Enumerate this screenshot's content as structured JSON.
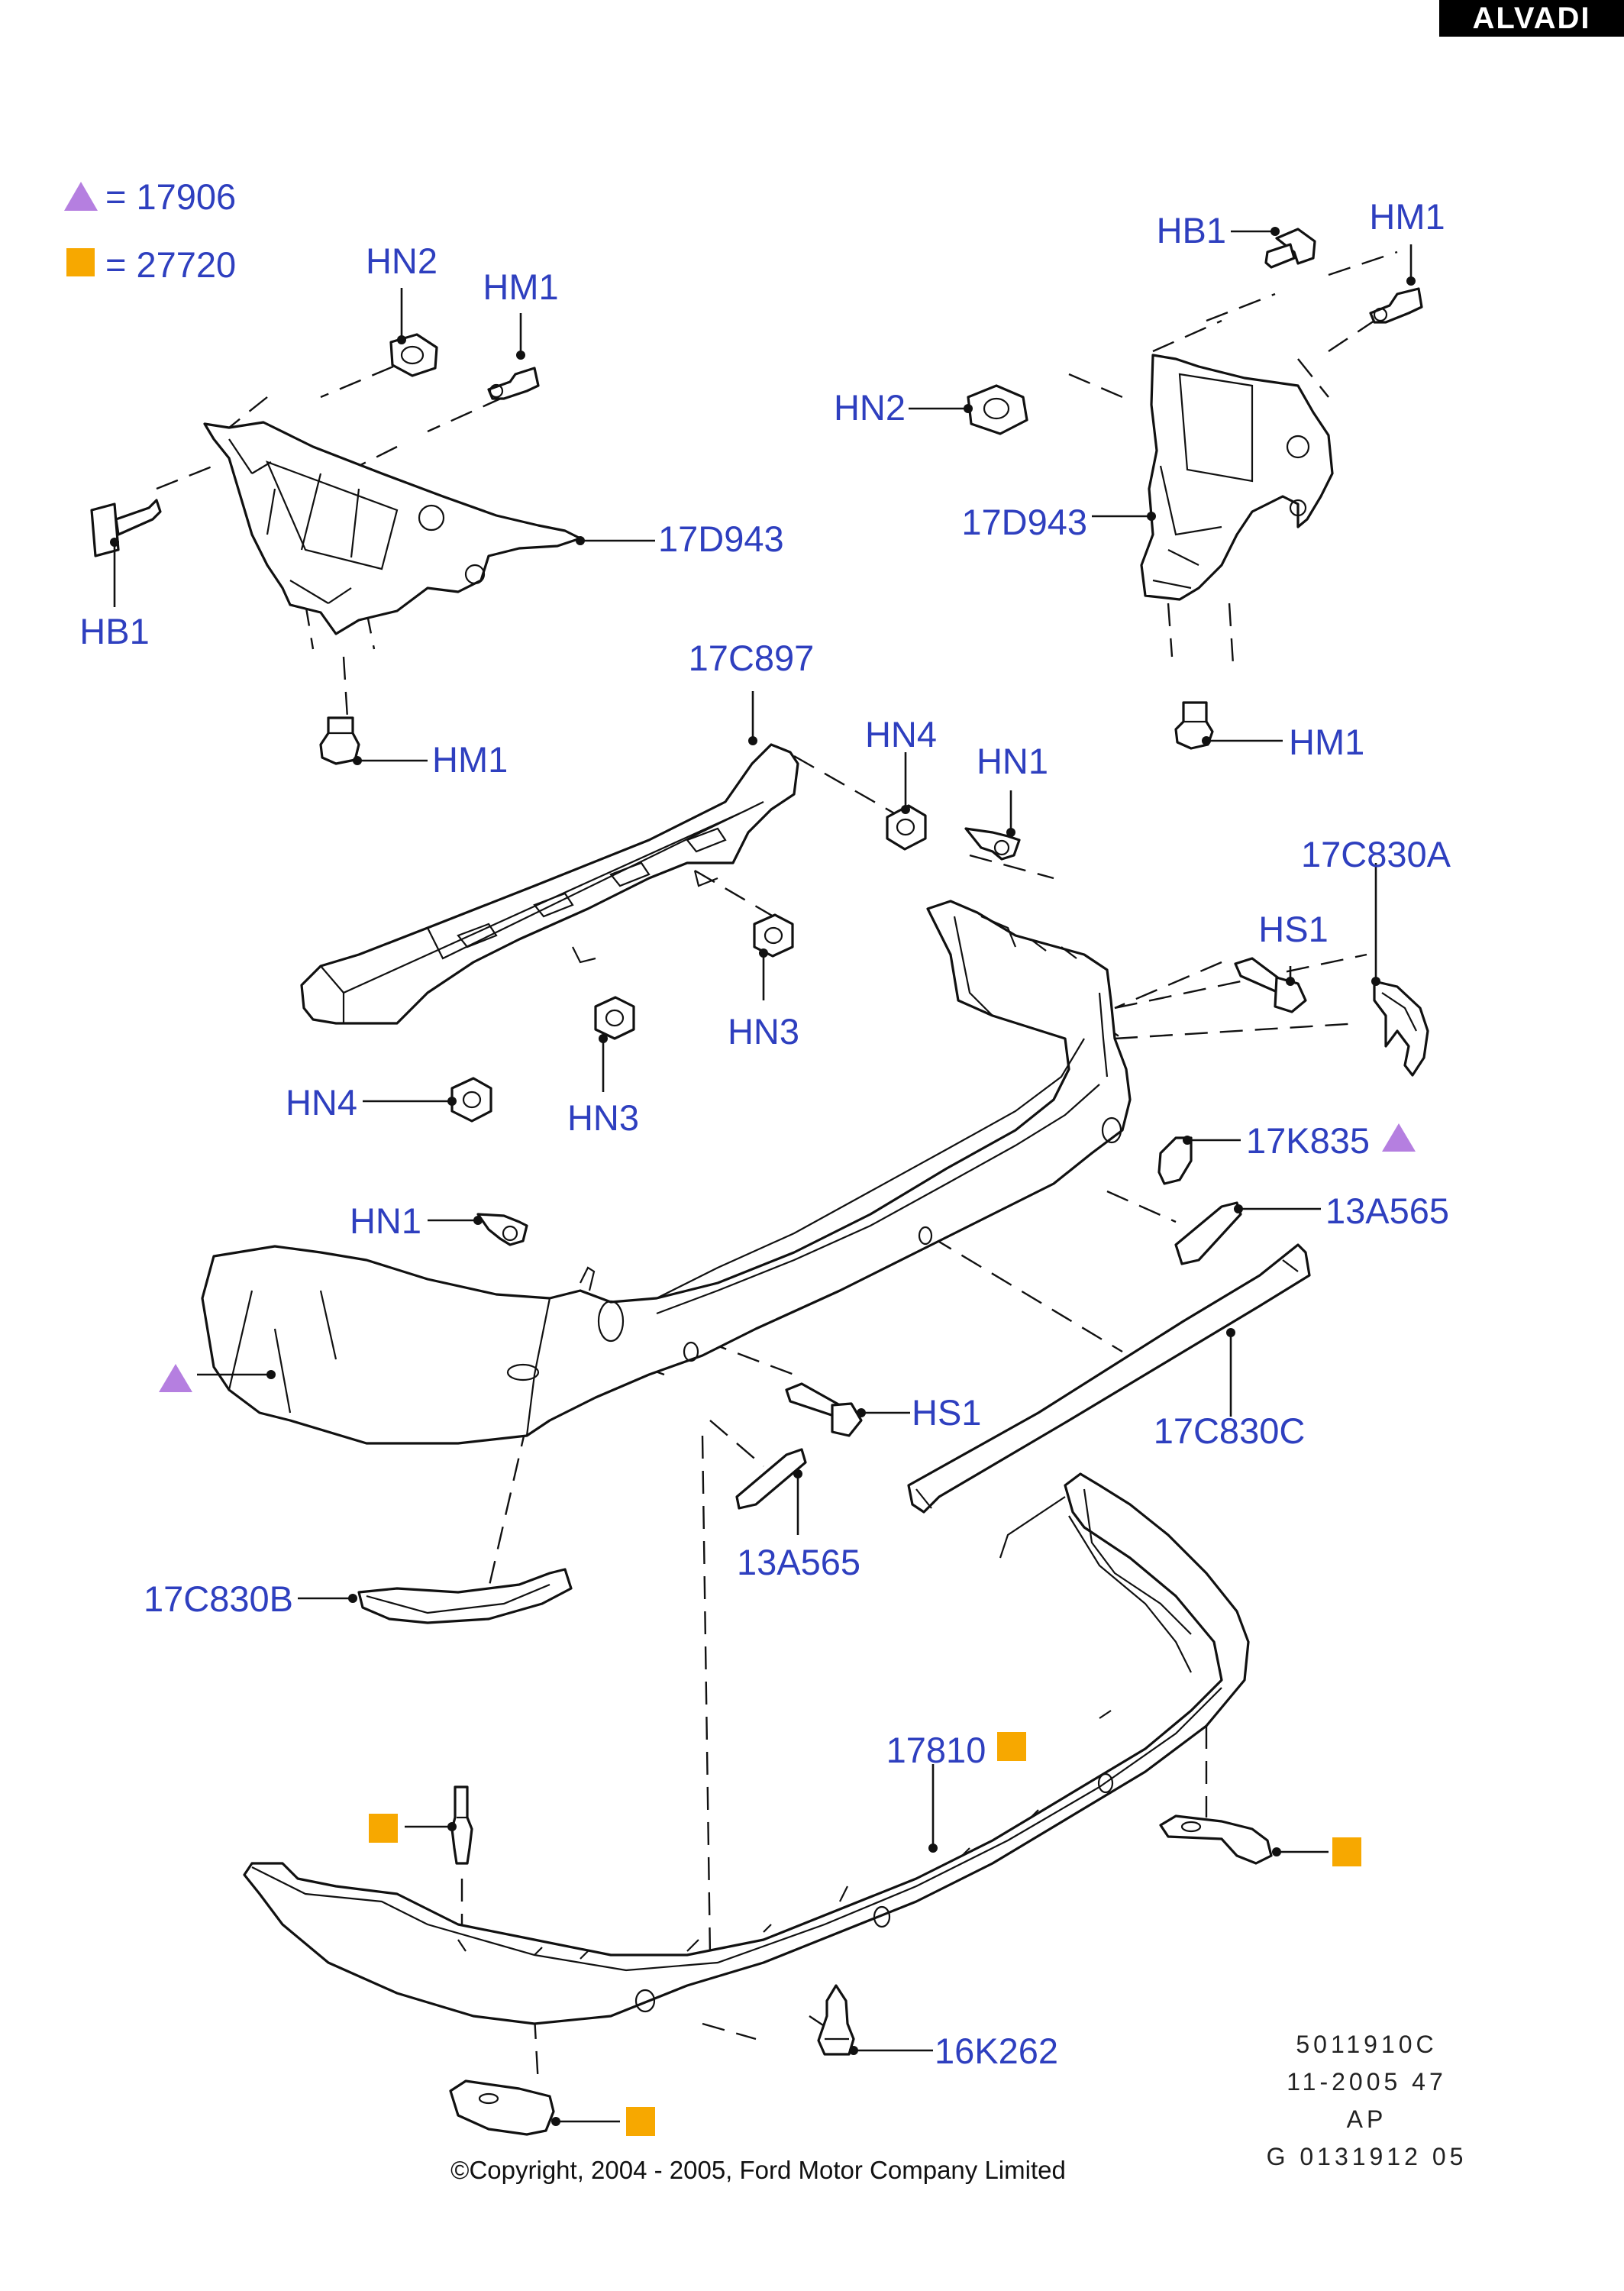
{
  "brand": "ALVADI",
  "legend": [
    {
      "symbol": "triangle",
      "text": "= 17906"
    },
    {
      "symbol": "square",
      "text": "= 27720"
    }
  ],
  "labels": {
    "hn2_left": "HN2",
    "hm1_left_top": "HM1",
    "hb1_left": "HB1",
    "bracket_left": "17D943",
    "hm1_left_bottom": "HM1",
    "hb1_right": "HB1",
    "hm1_right_top": "HM1",
    "hn2_right": "HN2",
    "bracket_right": "17D943",
    "hm1_right_bottom": "HM1",
    "reinforcement": "17C897",
    "hn4_top": "HN4",
    "hn1_top": "HN1",
    "trim_a": "17C830A",
    "hs1_right": "HS1",
    "hn3_right": "HN3",
    "hn4_left": "HN4",
    "hn3_left": "HN3",
    "reflector_right": "17K835",
    "bracket_13a565_right": "13A565",
    "hn1_left": "HN1",
    "hs1_center": "HS1",
    "trim_c": "17C830C",
    "bracket_13a565_center": "13A565",
    "trim_b": "17C830B",
    "lower_cover": "17810",
    "fastener_16k262": "16K262"
  },
  "code_block": [
    "5011910C",
    "11-2005 47",
    "AP",
    "G 0131912 05"
  ],
  "copyright": "©Copyright, 2004 - 2005, Ford Motor Company Limited",
  "colors": {
    "label_blue": "#2e3fbf",
    "triangle_purple": "#b57fe0",
    "square_orange": "#f7a800",
    "line_black": "#111111"
  }
}
